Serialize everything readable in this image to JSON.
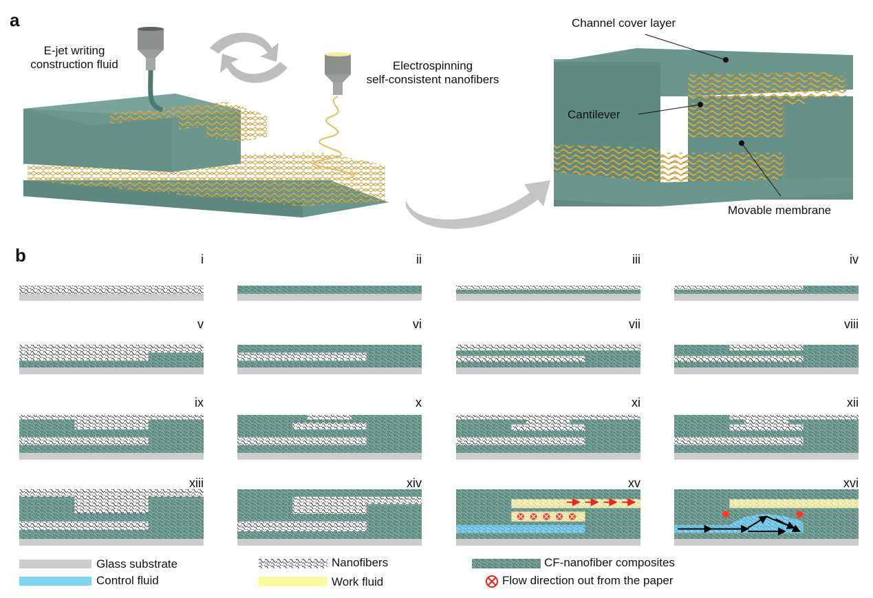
{
  "figure": {
    "panels": {
      "a": {
        "letter": "a",
        "left_label_line1": "E-jet writing",
        "left_label_line2": "construction fluid",
        "right_label_line1": "Electrospinning",
        "right_label_line2": "self-consistent nanofibers",
        "callouts": {
          "channel_cover": "Channel cover layer",
          "cantilever": "Cantilever",
          "movable_membrane": "Movable membrane"
        }
      },
      "b": {
        "letter": "b",
        "steps": [
          {
            "num": "i"
          },
          {
            "num": "ii"
          },
          {
            "num": "iii"
          },
          {
            "num": "iv"
          },
          {
            "num": "v"
          },
          {
            "num": "vi"
          },
          {
            "num": "vii"
          },
          {
            "num": "viii"
          },
          {
            "num": "ix"
          },
          {
            "num": "x"
          },
          {
            "num": "xi"
          },
          {
            "num": "xii"
          },
          {
            "num": "xiii"
          },
          {
            "num": "xiv"
          },
          {
            "num": "xv"
          },
          {
            "num": "xvi"
          }
        ]
      }
    },
    "legend": {
      "glass": "Glass substrate",
      "control": "Control fluid",
      "nanofibers": "Nanofibers",
      "work": "Work fluid",
      "composite": "CF-nanofiber composites",
      "flow": "Flow direction out from the paper"
    },
    "colors": {
      "composite": "#5f8c80",
      "composite_light": "#8fb3aa",
      "glass": "#cccccc",
      "control_fluid": "#7fd4f0",
      "work_fluid": "#fafaa0",
      "fiber_gold": "#d9b24a",
      "flow_red": "#e8261f",
      "arrow_gray": "#bdbdbd",
      "nozzle_gray": "#8c8f90"
    }
  }
}
